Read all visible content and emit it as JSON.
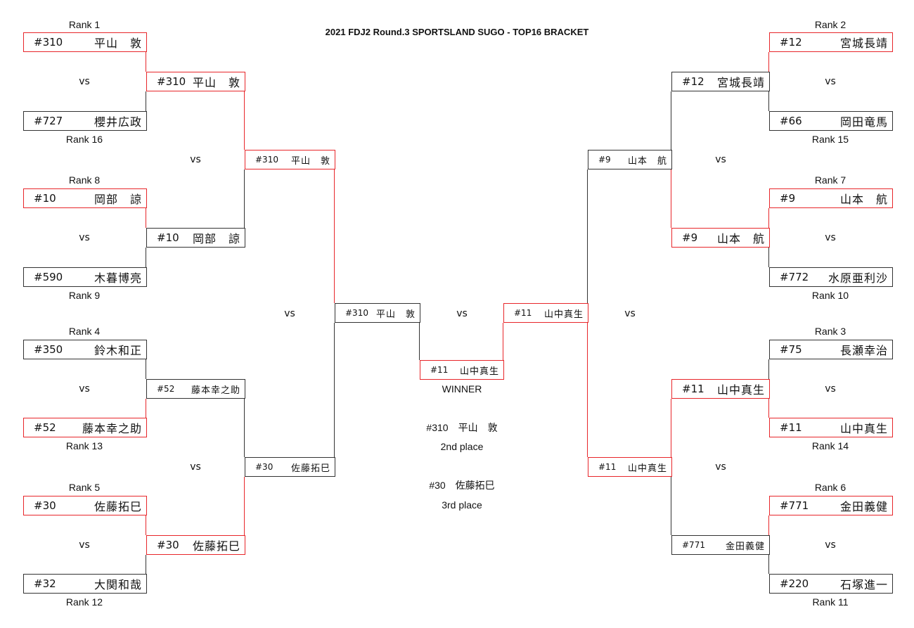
{
  "title": "2021 FDJ2 Round.3  SPORTSLAND SUGO - TOP16 BRACKET",
  "vs_label": "vs",
  "accent_color": "#e8262a",
  "boxes": [
    {
      "num": "#310",
      "name": "平山　敦",
      "advanced": true
    },
    {
      "num": "#727",
      "name": "櫻井広政",
      "advanced": false
    },
    {
      "num": "#10",
      "name": "岡部　諒",
      "advanced": true
    },
    {
      "num": "#590",
      "name": "木暮博亮",
      "advanced": false
    },
    {
      "num": "#350",
      "name": "鈴木和正",
      "advanced": false
    },
    {
      "num": "#52",
      "name": "藤本幸之助",
      "advanced": true
    },
    {
      "num": "#30",
      "name": "佐藤拓巳",
      "advanced": true
    },
    {
      "num": "#32",
      "name": "大関和哉",
      "advanced": false
    },
    {
      "num": "#310",
      "name": "平山　敦",
      "advanced": true
    },
    {
      "num": "#10",
      "name": "岡部　諒",
      "advanced": false
    },
    {
      "num": "#52",
      "name": "藤本幸之助",
      "advanced": false
    },
    {
      "num": "#30",
      "name": "佐藤拓巳",
      "advanced": true
    },
    {
      "num": "#310",
      "name": "平山　敦",
      "advanced": true
    },
    {
      "num": "#30",
      "name": "佐藤拓巳",
      "advanced": false
    },
    {
      "num": "#310",
      "name": "平山　敦",
      "advanced": false
    },
    {
      "num": "#11",
      "name": "山中真生",
      "advanced": true
    },
    {
      "num": "#11",
      "name": "山中真生",
      "advanced": true
    },
    {
      "num": "#12",
      "name": "宮城長靖",
      "advanced": true
    },
    {
      "num": "#66",
      "name": "岡田竜馬",
      "advanced": false
    },
    {
      "num": "#9",
      "name": "山本　航",
      "advanced": true
    },
    {
      "num": "#772",
      "name": "水原亜利沙",
      "advanced": false
    },
    {
      "num": "#75",
      "name": "長瀬幸治",
      "advanced": false
    },
    {
      "num": "#11",
      "name": "山中真生",
      "advanced": true
    },
    {
      "num": "#771",
      "name": "金田義健",
      "advanced": true
    },
    {
      "num": "#220",
      "name": "石塚進一",
      "advanced": false
    },
    {
      "num": "#12",
      "name": "宮城長靖",
      "advanced": false
    },
    {
      "num": "#9",
      "name": "山本　航",
      "advanced": true
    },
    {
      "num": "#11",
      "name": "山中真生",
      "advanced": true
    },
    {
      "num": "#771",
      "name": "金田義健",
      "advanced": false
    },
    {
      "num": "#9",
      "name": "山本　航",
      "advanced": false
    },
    {
      "num": "#11",
      "name": "山中真生",
      "advanced": true
    }
  ],
  "ranks": [
    "Rank 1",
    "Rank 16",
    "Rank 8",
    "Rank 9",
    "Rank 4",
    "Rank 13",
    "Rank 5",
    "Rank 12",
    "Rank 2",
    "Rank 15",
    "Rank 7",
    "Rank 10",
    "Rank 3",
    "Rank 14",
    "Rank 6",
    "Rank 11"
  ],
  "results": {
    "winner_label": "WINNER",
    "second": "#310　平山　敦",
    "second_label": "2nd place",
    "third": "#30　佐藤拓巳",
    "third_label": "3rd place"
  }
}
